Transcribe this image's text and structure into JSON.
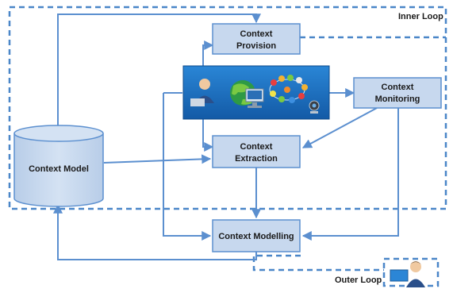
{
  "diagram": {
    "inner_loop_label": "Inner Loop",
    "outer_loop_label": "Outer Loop",
    "nodes": {
      "provision": [
        "Context",
        "Provision"
      ],
      "monitoring": [
        "Context",
        "Monitoring"
      ],
      "extraction": [
        "Context",
        "Extraction"
      ],
      "model": "Context Model",
      "modelling": "Context Modelling"
    },
    "icons": [
      "user-at-desk-icon",
      "globe-computer-icon",
      "people-network-icon",
      "webcam-icon"
    ]
  },
  "colors": {
    "line": "#5b8fcf",
    "box_fill": "#c7d8ee",
    "box_stroke": "#5b8fcf",
    "panel": "#1f6fc0",
    "dashed": "#4a86c8"
  }
}
